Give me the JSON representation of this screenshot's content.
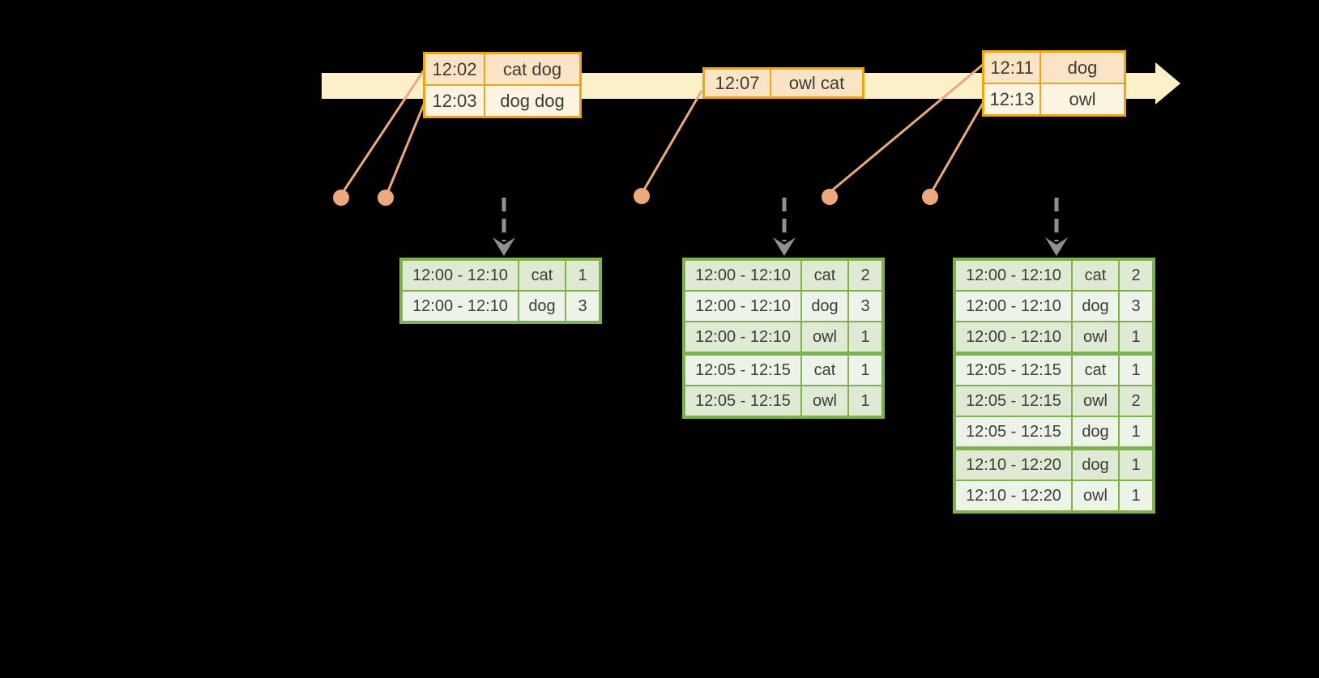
{
  "event_tables": [
    {
      "rows": [
        {
          "time": "12:02",
          "words": "cat dog"
        },
        {
          "time": "12:03",
          "words": "dog dog"
        }
      ]
    },
    {
      "rows": [
        {
          "time": "12:07",
          "words": "owl cat"
        }
      ]
    },
    {
      "rows": [
        {
          "time": "12:11",
          "words": "dog"
        },
        {
          "time": "12:13",
          "words": "owl"
        }
      ]
    }
  ],
  "result_tables": [
    {
      "rows": [
        [
          "12:00 - 12:10",
          "cat",
          "1"
        ],
        [
          "12:00 - 12:10",
          "dog",
          "3"
        ]
      ]
    },
    {
      "rows": [
        [
          "12:00 - 12:10",
          "cat",
          "2"
        ],
        [
          "12:00 - 12:10",
          "dog",
          "3"
        ],
        [
          "12:00 - 12:10",
          "owl",
          "1"
        ],
        [
          "12:05 - 12:15",
          "cat",
          "1"
        ],
        [
          "12:05 - 12:15",
          "owl",
          "1"
        ]
      ]
    },
    {
      "rows": [
        [
          "12:00 - 12:10",
          "cat",
          "2"
        ],
        [
          "12:00 - 12:10",
          "dog",
          "3"
        ],
        [
          "12:00 - 12:10",
          "owl",
          "1"
        ],
        [
          "12:05 - 12:15",
          "cat",
          "1"
        ],
        [
          "12:05 - 12:15",
          "owl",
          "2"
        ],
        [
          "12:05 - 12:15",
          "dog",
          "1"
        ],
        [
          "12:10 - 12:20",
          "dog",
          "1"
        ],
        [
          "12:10 - 12:20",
          "owl",
          "1"
        ]
      ]
    }
  ],
  "colors": {
    "background": "#000000",
    "timeline_band": "#fbf0c8",
    "event_border": "#eca612",
    "event_fill_dark": "#fbe3c6",
    "event_fill_light": "#fdf3e3",
    "result_border": "#7cb34e",
    "result_fill_dark": "#dfe9d4",
    "result_fill_light": "#eef3e9",
    "dot": "#ecaa7c",
    "trigger_arrow": "#8f9092",
    "text": "#3d3c34"
  }
}
